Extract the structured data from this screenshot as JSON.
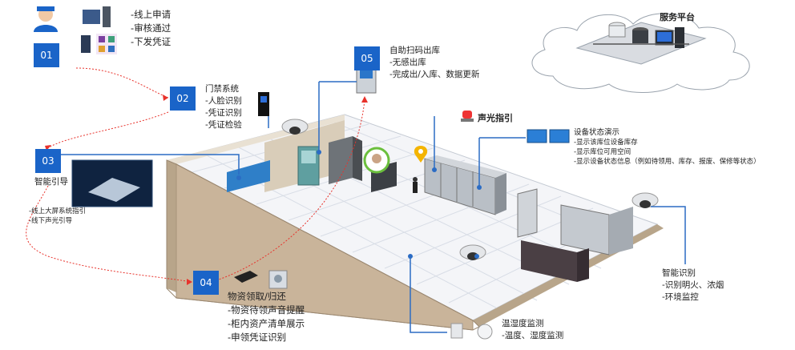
{
  "platform": {
    "title": "服务平台"
  },
  "steps": [
    {
      "num": "01",
      "lines": [
        "-线上申请",
        "-审核通过",
        "-下发凭证"
      ]
    },
    {
      "num": "02",
      "title": "门禁系统",
      "lines": [
        "-人脸识别",
        "-凭证识别",
        "-凭证检验"
      ]
    },
    {
      "num": "03",
      "title": "智能引导",
      "lines": [
        "-线上大屏系统指引",
        "-线下声光引导"
      ]
    },
    {
      "num": "04",
      "title": "物资领取/归还",
      "lines": [
        "-物资待领声音提醒",
        "-柜内资产清单展示",
        "-申领凭证识别"
      ]
    },
    {
      "num": "05",
      "title": "自助扫码出库",
      "lines": [
        "-无感出库",
        "-完成出/入库、数据更新"
      ]
    }
  ],
  "sound_light": {
    "title": "声光指引"
  },
  "device_status": {
    "title": "设备状态演示",
    "lines": [
      "-显示该库位设备库存",
      "-显示库位可用空间",
      "-显示设备状态信息（例如待领用、库存、报废、保修等状态）"
    ]
  },
  "smart_detect": {
    "title": "智能识别",
    "lines": [
      "-识别明火、浓烟",
      "-环境监控"
    ]
  },
  "temp_humidity": {
    "title": "温湿度监测",
    "lines": [
      "-温度、湿度监测"
    ]
  },
  "colors": {
    "step_blue": "#1a64c8",
    "line_blue": "#2b6cc4",
    "flow_red": "#e8322b",
    "wall": "#c9b49a",
    "floor_grid": "#d8dde6"
  }
}
